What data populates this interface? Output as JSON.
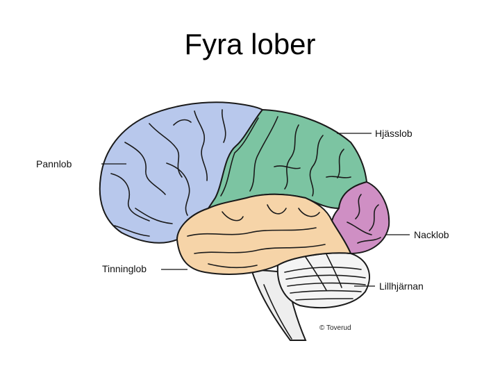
{
  "slide": {
    "title": "Fyra lober"
  },
  "diagram": {
    "labels": {
      "frontal": "Pannlob",
      "parietal": "Hjässlob",
      "occipital": "Nacklob",
      "temporal": "Tinninglob",
      "cerebellum": "Lillhjärnan"
    },
    "credit": "© Toverud",
    "colors": {
      "frontal": "#b8c8ec",
      "parietal": "#7cc4a2",
      "occipital": "#cf8fc4",
      "temporal": "#f6d4a8",
      "cerebellum": "#f4f4f4",
      "brainstem": "#eeeeee"
    }
  }
}
